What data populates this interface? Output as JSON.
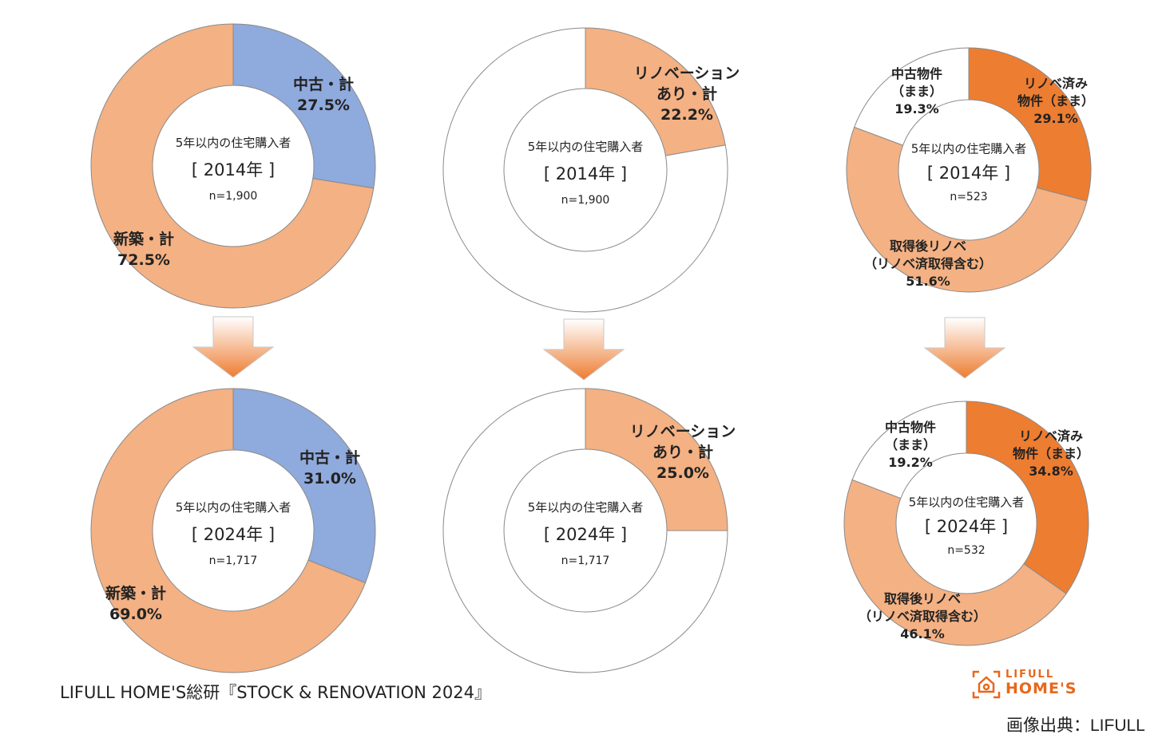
{
  "chart_data": [
    {
      "type": "pie",
      "title": "5年以内の住宅購入者",
      "year": "[ 2014年 ]",
      "n": "n=1,900",
      "slices": [
        {
          "label": [
            "中古・計"
          ],
          "value": 27.5,
          "pct": "27.5%",
          "color": "#8faadc"
        },
        {
          "label": [
            "新築・計"
          ],
          "value": 72.5,
          "pct": "72.5%",
          "color": "#f4b183"
        }
      ]
    },
    {
      "type": "pie",
      "title": "5年以内の住宅購入者",
      "year": "[ 2014年 ]",
      "n": "n=1,900",
      "slices": [
        {
          "label": [
            "リノベーション",
            "あり・計"
          ],
          "value": 22.2,
          "pct": "22.2%",
          "color": "#f4b183"
        },
        {
          "label": [],
          "value": 77.8,
          "pct": "",
          "color": "#ffffff"
        }
      ]
    },
    {
      "type": "pie",
      "title": "5年以内の住宅購入者",
      "year": "[ 2014年 ]",
      "n": "n=523",
      "slices": [
        {
          "label": [
            "リノベ済み",
            "物件（まま）"
          ],
          "value": 29.1,
          "pct": "29.1%",
          "color": "#ed7d31"
        },
        {
          "label": [
            "取得後リノベ",
            "（リノベ済取得含む）"
          ],
          "value": 51.6,
          "pct": "51.6%",
          "color": "#f4b183"
        },
        {
          "label": [
            "中古物件",
            "（まま）"
          ],
          "value": 19.3,
          "pct": "19.3%",
          "color": "#ffffff"
        }
      ]
    },
    {
      "type": "pie",
      "title": "5年以内の住宅購入者",
      "year": "[ 2024年 ]",
      "n": "n=1,717",
      "slices": [
        {
          "label": [
            "中古・計"
          ],
          "value": 31.0,
          "pct": "31.0%",
          "color": "#8faadc"
        },
        {
          "label": [
            "新築・計"
          ],
          "value": 69.0,
          "pct": "69.0%",
          "color": "#f4b183"
        }
      ]
    },
    {
      "type": "pie",
      "title": "5年以内の住宅購入者",
      "year": "[ 2024年 ]",
      "n": "n=1,717",
      "slices": [
        {
          "label": [
            "リノベーション",
            "あり・計"
          ],
          "value": 25.0,
          "pct": "25.0%",
          "color": "#f4b183"
        },
        {
          "label": [],
          "value": 75.0,
          "pct": "",
          "color": "#ffffff"
        }
      ]
    },
    {
      "type": "pie",
      "title": "5年以内の住宅購入者",
      "year": "[ 2024年 ]",
      "n": "n=532",
      "slices": [
        {
          "label": [
            "リノベ済み",
            "物件（まま）"
          ],
          "value": 34.8,
          "pct": "34.8%",
          "color": "#ed7d31"
        },
        {
          "label": [
            "取得後リノベ",
            "（リノベ済取得含む）"
          ],
          "value": 46.1,
          "pct": "46.1%",
          "color": "#f4b183"
        },
        {
          "label": [
            "中古物件",
            "（まま）"
          ],
          "value": 19.2,
          "pct": "19.2%",
          "color": "#ffffff"
        }
      ]
    }
  ],
  "source": "LIFULL HOME'S総研『STOCK & RENOVATION 2024』",
  "logo": {
    "line1": "LIFULL",
    "line2": "HOME'S"
  },
  "credit": "画像出典：LIFULL"
}
